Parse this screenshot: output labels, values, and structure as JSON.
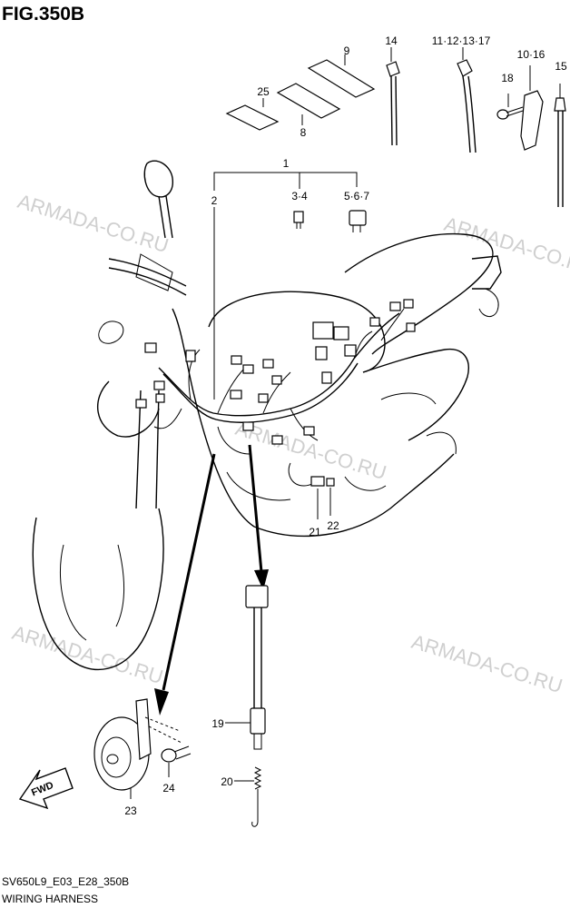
{
  "figure": {
    "title": "FIG.350B"
  },
  "watermarks": [
    "ARMADA-CO.RU",
    "ARMADA-CO.RU",
    "ARMADA-CO.RU",
    "ARMADA-CO.RU",
    "ARMADA-CO.RU"
  ],
  "callouts": {
    "c1": "1",
    "c2": "2",
    "c34": "3·4",
    "c567": "5·6·7",
    "c8": "8",
    "c9": "9",
    "c25": "25",
    "c14": "14",
    "c11121317": "11·12·13·17",
    "c18": "18",
    "c1016": "10·16",
    "c15": "15",
    "c19": "19",
    "c20": "20",
    "c21": "21",
    "c22": "22",
    "c23": "23",
    "c24": "24"
  },
  "fwd_label": "FWD",
  "footer": {
    "code": "SV650L9_E03_E28_350B",
    "caption": "WIRING HARNESS"
  }
}
